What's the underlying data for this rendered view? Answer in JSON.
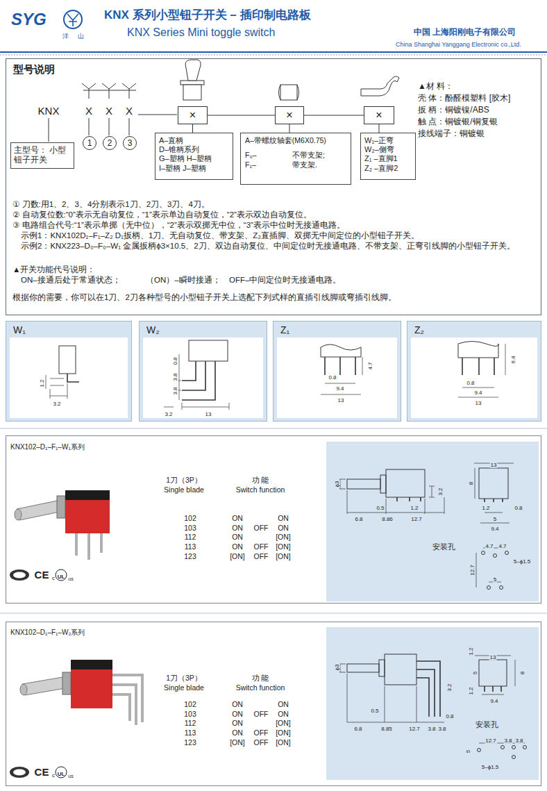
{
  "diagram": {
    "title": "KNX 系列小型钮子开关 – 插印制电路板",
    "nodes": [
      {
        "text": [
          "型号说明"
        ]
      },
      {
        "text": [
          "主型号： 小型钮子开关"
        ],
        "in": 0
      },
      {
        "text": [
          "1"
        ],
        "in": 0
      },
      {
        "text": [
          "2"
        ],
        "in": 0
      },
      {
        "text": [
          "3"
        ],
        "in": 0
      },
      {
        "text": [
          "×"
        ],
        "in": 0
      },
      {
        "text": [
          "A–直柄",
          "D–锥柄系列",
          "G–塑柄 H–塑柄",
          "I–塑柄 J–塑柄"
        ],
        "in": 0
      },
      {
        "text": [
          "×"
        ],
        "in": 0
      },
      {
        "text": [
          "A–带螺纹轴套(M6X0.75)",
          "F₀–",
          "不带支架;",
          "F₁–",
          "带支架."
        ],
        "in": 0
      },
      {
        "text": [
          "×"
        ],
        "in": 0
      },
      {
        "text": [
          "W₁–正弯",
          "W₂–侧弯",
          "Z₁ –直脚1",
          "Z₂ –直脚2"
        ],
        "in": 0
      },
      {
        "text": [
          "W₁"
        ]
      },
      {
        "text": [
          "W₂"
        ]
      },
      {
        "text": [
          "Z₁"
        ]
      },
      {
        "text": [
          "Z₂"
        ]
      },
      {
        "text": [
          "KNX102–D₁–F₁–W₁系列"
        ]
      },
      {
        "text": [
          "安装孔"
        ],
        "in": 15
      },
      {
        "text": [
          "KNX102–D₁–F₁–W₂系列"
        ]
      },
      {
        "text": [
          "安装孔"
        ],
        "in": 17
      }
    ],
    "edges": [
      {
        "from": 5,
        "to": 7,
        "arrow": "none"
      },
      {
        "from": 7,
        "to": 9,
        "arrow": "none"
      },
      {
        "from": 5,
        "to": 6,
        "arrow": "none"
      },
      {
        "from": 7,
        "to": 8,
        "arrow": "none"
      },
      {
        "from": 9,
        "to": 10,
        "arrow": "none"
      }
    ],
    "labels": [
      "SYG",
      "洋",
      "山",
      "KNX Series Mini toggle switch",
      "中国 上海阳刚电子有限公司",
      "China Shanghai Yanggang Electronic co.,Ltd.",
      "KNX",
      "X",
      "X",
      "X",
      "▲材 料：",
      "壳 体：酚醛模塑料 [胶木]",
      "扳 柄：铜镀镍/ABS",
      "触 点：铜镀银/铜复银",
      "接线端子：铜镀银",
      "① 刀数:用1、2、3、4分别表示1刀、2刀、3刀、4刀。",
      "② 自动复位数:“0”表示无自动复位，“1”表示单边自动复位，“2”表示双边自动复位。",
      "③ 电路组合代号:“1”表示单掷（无中位），“2”表示双掷无中位，“3”表示中位时无接通电路。",
      "示例1：KNX102D₁–F₁–Z₂ D₁扳柄、1刀、无自动复位、带支架、Z₂直插脚、双掷无中间定位的小型钮子开关。",
      "示例2：KNX223–D₀–F₀–W₁ 金属扳柄ϕ3×10.5、2刀、双边自动复位、中间定位时无接通电路、不带支架、正弯引线脚的小型钮子开关。",
      "▲开关功能代号说明：",
      "ON–接通后处于常通状态；",
      "（ON）–瞬时接通；",
      "OFF–中间定位时无接通电路。",
      "根据你的需要，你可以在1刀、2刀各种型号的小型钮子开关上选配下列式样的直插引线脚或弯插引线脚。",
      "1.2",
      "3.2",
      "0.8",
      "3.8",
      "3.8",
      "3.2",
      "13",
      "0.8",
      "4.7",
      "9.4",
      "13",
      "6.4",
      "0.8",
      "9.4",
      "13",
      "1刀（3P）",
      "Single blade",
      "功 能",
      "Switch function",
      "102",
      "ON",
      "ON",
      "103",
      "ON",
      "OFF",
      "ON",
      "112",
      "ON",
      "[ON]",
      "113",
      "ON",
      "OFF",
      "[ON]",
      "123",
      "[ON]",
      "OFF",
      "[ON]",
      "CE",
      "c",
      "UL",
      "us",
      "ϕ3",
      "3.2",
      "0.5",
      "1.2",
      "6.8",
      "8.86",
      "12.7",
      "13",
      "8",
      "1.2",
      "0.8",
      "5",
      "9.4",
      "4.7",
      "4.7",
      "5–ϕ1.5",
      "12.7",
      "5",
      "1刀（3P）",
      "Single blade",
      "功 能",
      "Switch function",
      "102",
      "ON",
      "ON",
      "103",
      "ON",
      "OFF",
      "ON",
      "112",
      "ON",
      "[ON]",
      "113",
      "ON",
      "OFF",
      "[ON]",
      "123",
      "[ON]",
      "OFF",
      "[ON]",
      "CE",
      "c",
      "UL",
      "us",
      "ϕ3",
      "3.2",
      "0.5",
      "0.8",
      "6.8",
      "8.85",
      "12.7",
      "3.8",
      "3.8",
      "1.2",
      "13",
      "5",
      "8",
      "1.2",
      "9.4",
      "12.7",
      "3.8",
      "3.8",
      "5",
      "5–ϕ1.5"
    ]
  }
}
